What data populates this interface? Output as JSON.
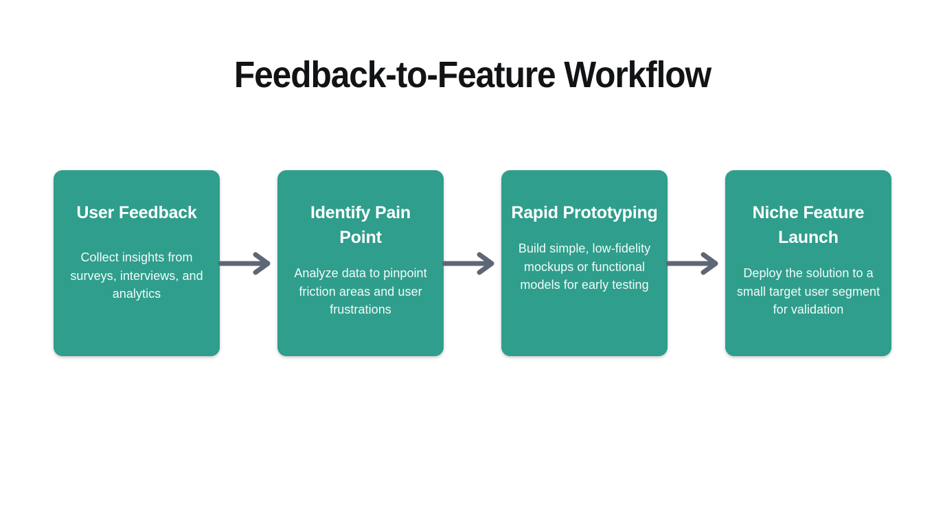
{
  "page": {
    "background_color": "#ffffff",
    "title": "Feedback-to-Feature Workflow"
  },
  "theme": {
    "card_color": "#2f9e8c",
    "card_text_color": "#ffffff",
    "arrow_color": "#5d6775",
    "title_color": "#111315"
  },
  "diagram": {
    "type": "linear-process-flow",
    "orientation": "horizontal",
    "step_count": 4,
    "steps": [
      {
        "index": 1,
        "title": "User Feedback",
        "description": "Collect insights from surveys, interviews, and analytics"
      },
      {
        "index": 2,
        "title": "Identify Pain Point",
        "description": "Analyze data to pinpoint friction areas and user frustrations"
      },
      {
        "index": 3,
        "title": "Rapid Prototyping",
        "description": "Build simple, low-fidelity mockups or functional models for early testing"
      },
      {
        "index": 4,
        "title": "Niche Feature Launch",
        "description": "Deploy the solution to a small target user segment for validation"
      }
    ],
    "connectors": [
      {
        "from": 1,
        "to": 2,
        "icon": "arrow-right-icon"
      },
      {
        "from": 2,
        "to": 3,
        "icon": "arrow-right-icon"
      },
      {
        "from": 3,
        "to": 4,
        "icon": "arrow-right-icon"
      }
    ]
  }
}
